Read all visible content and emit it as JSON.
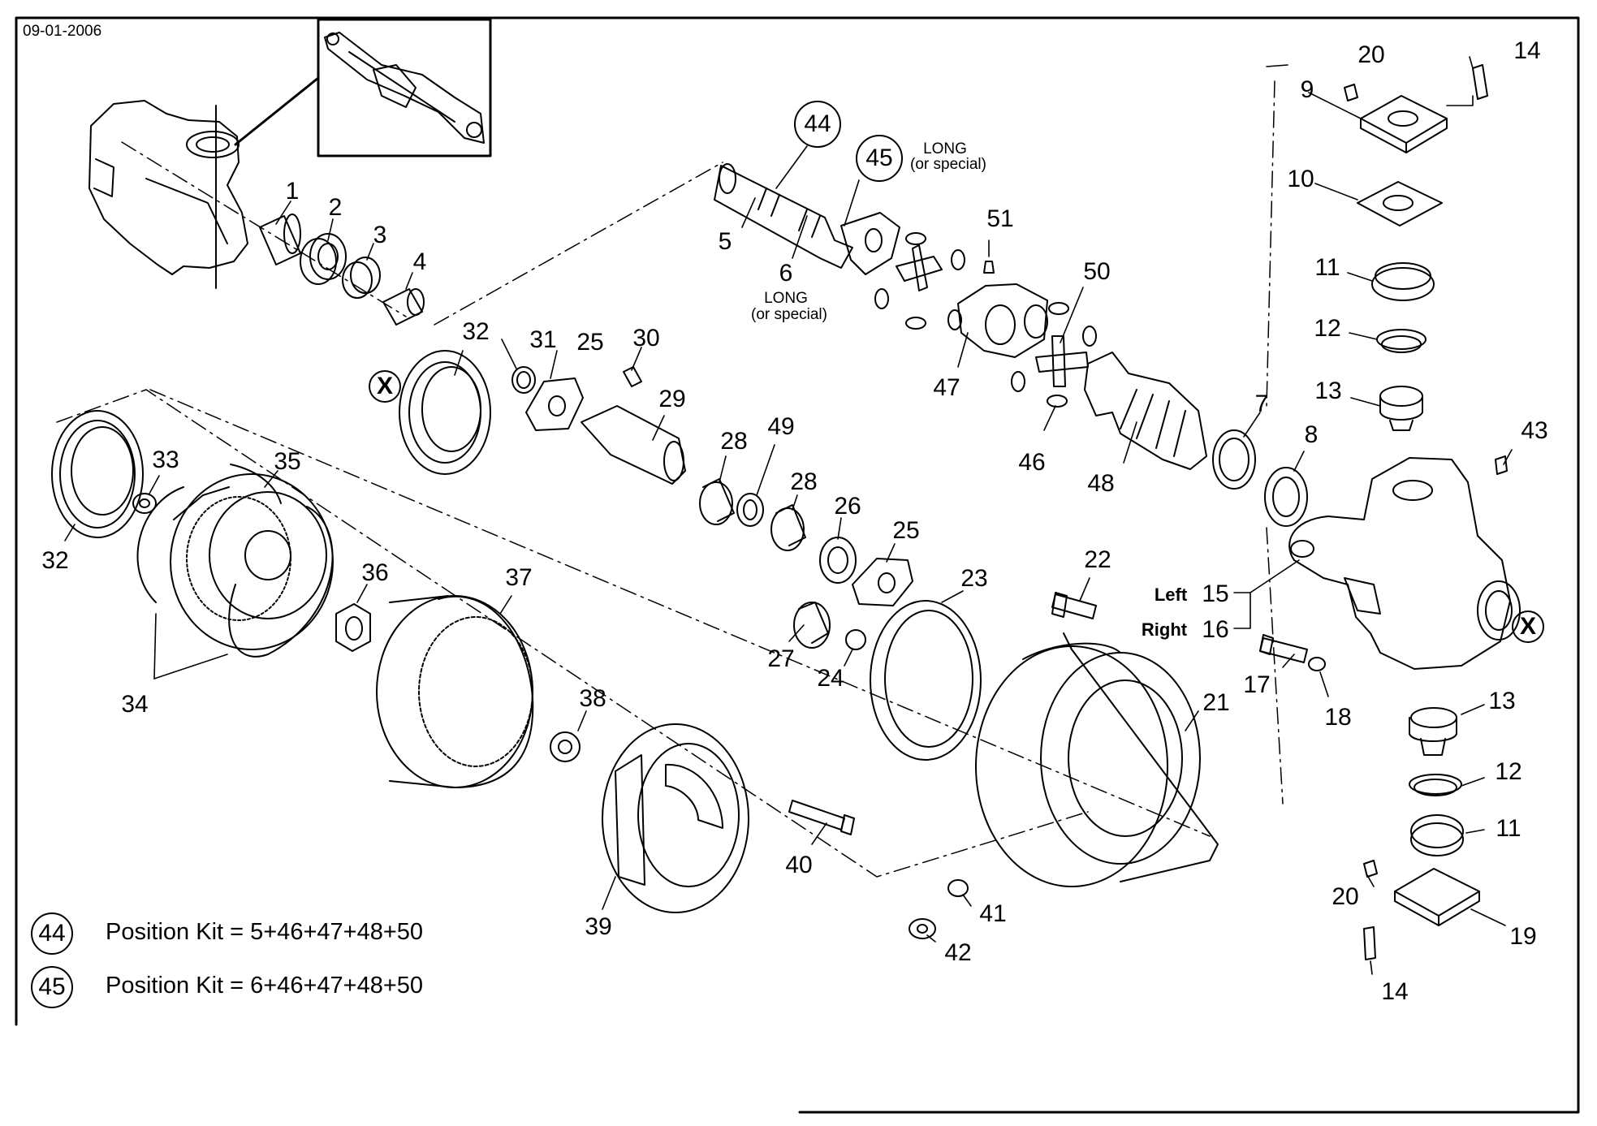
{
  "header": {
    "date": "09-01-2006"
  },
  "part_labels": [
    {
      "id": "p1",
      "text": "1"
    },
    {
      "id": "p2",
      "text": "2"
    },
    {
      "id": "p3",
      "text": "3"
    },
    {
      "id": "p4",
      "text": "4"
    },
    {
      "id": "p5",
      "text": "5"
    },
    {
      "id": "p6",
      "text": "6"
    },
    {
      "id": "p7",
      "text": "7"
    },
    {
      "id": "p8",
      "text": "8"
    },
    {
      "id": "p9",
      "text": "9"
    },
    {
      "id": "p10",
      "text": "10"
    },
    {
      "id": "p11a",
      "text": "11"
    },
    {
      "id": "p11b",
      "text": "11"
    },
    {
      "id": "p12a",
      "text": "12"
    },
    {
      "id": "p12b",
      "text": "12"
    },
    {
      "id": "p13a",
      "text": "13"
    },
    {
      "id": "p13b",
      "text": "13"
    },
    {
      "id": "p14a",
      "text": "14"
    },
    {
      "id": "p14b",
      "text": "14"
    },
    {
      "id": "p15",
      "text": "15"
    },
    {
      "id": "p16",
      "text": "16"
    },
    {
      "id": "p17",
      "text": "17"
    },
    {
      "id": "p18",
      "text": "18"
    },
    {
      "id": "p19",
      "text": "19"
    },
    {
      "id": "p20a",
      "text": "20"
    },
    {
      "id": "p20b",
      "text": "20"
    },
    {
      "id": "p21",
      "text": "21"
    },
    {
      "id": "p22",
      "text": "22"
    },
    {
      "id": "p23",
      "text": "23"
    },
    {
      "id": "p24",
      "text": "24"
    },
    {
      "id": "p25a",
      "text": "25"
    },
    {
      "id": "p25b",
      "text": "25"
    },
    {
      "id": "p26",
      "text": "26"
    },
    {
      "id": "p27",
      "text": "27"
    },
    {
      "id": "p28a",
      "text": "28"
    },
    {
      "id": "p28b",
      "text": "28"
    },
    {
      "id": "p29",
      "text": "29"
    },
    {
      "id": "p30",
      "text": "30"
    },
    {
      "id": "p31",
      "text": "31"
    },
    {
      "id": "p32a",
      "text": "32"
    },
    {
      "id": "p32b",
      "text": "32"
    },
    {
      "id": "p33",
      "text": "33"
    },
    {
      "id": "p34",
      "text": "34"
    },
    {
      "id": "p35",
      "text": "35"
    },
    {
      "id": "p36",
      "text": "36"
    },
    {
      "id": "p37",
      "text": "37"
    },
    {
      "id": "p38",
      "text": "38"
    },
    {
      "id": "p39",
      "text": "39"
    },
    {
      "id": "p40",
      "text": "40"
    },
    {
      "id": "p41",
      "text": "41"
    },
    {
      "id": "p42",
      "text": "42"
    },
    {
      "id": "p43",
      "text": "43"
    },
    {
      "id": "p46",
      "text": "46"
    },
    {
      "id": "p47",
      "text": "47"
    },
    {
      "id": "p48",
      "text": "48"
    },
    {
      "id": "p49",
      "text": "49"
    },
    {
      "id": "p50",
      "text": "50"
    },
    {
      "id": "p51",
      "text": "51"
    }
  ],
  "circled_labels": {
    "c44": "44",
    "c45": "45",
    "k44": "44",
    "k45": "45"
  },
  "notes": {
    "long_45": "LONG",
    "special_45": "(or special)",
    "long_6": "LONG",
    "special_6": "(or special)",
    "left": "Left",
    "right": "Right",
    "x_mark": "X"
  },
  "kits": [
    {
      "label": "Position Kit = 5+46+47+48+50"
    },
    {
      "label": "Position Kit = 6+46+47+48+50"
    }
  ]
}
